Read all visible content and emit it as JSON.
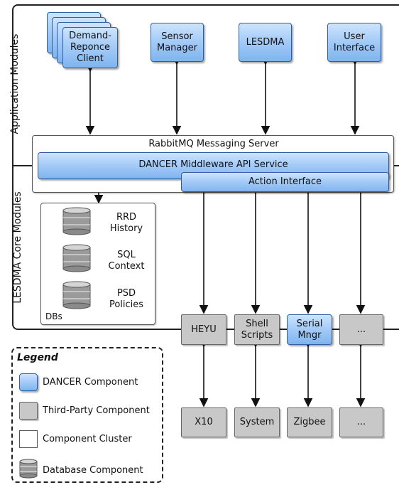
{
  "regions": {
    "application_label": "Application Modules",
    "core_label": "LESDMA Core Modules"
  },
  "app_modules": {
    "demand_response": "Demand-\nReponce\nClient",
    "sensor_manager": "Sensor\nManager",
    "lesdma": "LESDMA",
    "user_interface": "User\nInterface"
  },
  "middleware": {
    "rabbitmq": "RabbitMQ Messaging Server",
    "dancer_api": "DANCER Middleware API Service",
    "action_interface": "Action Interface"
  },
  "dbs": {
    "label": "DBs",
    "items": [
      "RRD\nHistory",
      "SQL\nContext",
      "PSD\nPolicies"
    ]
  },
  "drivers": [
    "HEYU",
    "Shell\nScripts",
    "Serial\nMngr",
    "..."
  ],
  "devices": [
    "X10",
    "System",
    "Zigbee",
    "..."
  ],
  "legend": {
    "title": "Legend",
    "dancer": "DANCER Component",
    "third_party": "Third-Party Component",
    "cluster": "Component Cluster",
    "database": "Database Component"
  },
  "colors": {
    "dancer_fill": "#a6ccf7",
    "dancer_border": "#2d5fa0",
    "third_party_fill": "#c8c8c8",
    "line": "#111111"
  }
}
